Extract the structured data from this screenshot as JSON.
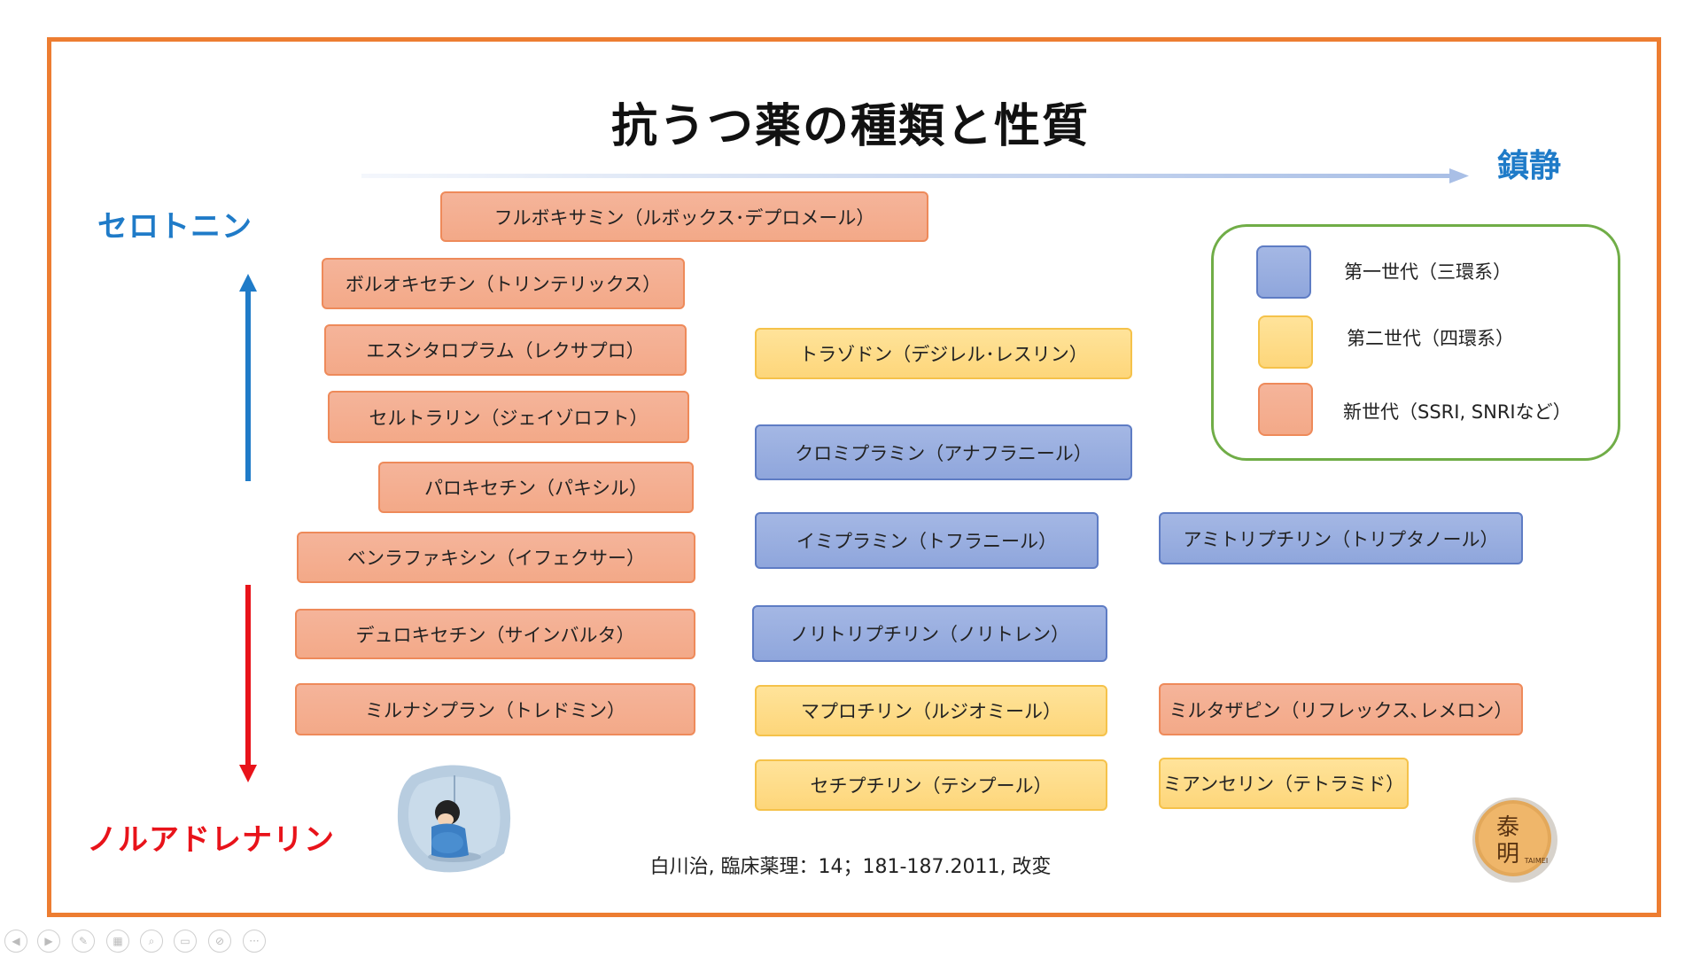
{
  "title": "抗うつ薬の種類と性質",
  "axes": {
    "sedation": "鎮静",
    "serotonin": "セロトニン",
    "noradrenaline": "ノルアドレナリン"
  },
  "colors": {
    "border": "#ED7D31",
    "new_generation": "#F4B183",
    "first_generation": "#8FAADC",
    "second_generation": "#FFD966",
    "legend_border": "#70AD47",
    "serotonin_arrow": "#1F7BC8",
    "noradrenaline_arrow": "#E8131A"
  },
  "drugs": {
    "fluvoxamine": "フルボキサミン（ルボックス･デプロメール）",
    "voltioxetine": "ボルオキセチン（トリンテリックス）",
    "escitalopram": "エスシタロプラム（レクサプロ）",
    "sertraline": "セルトラリン（ジェイゾロフト）",
    "paroxetine": "パロキセチン（パキシル）",
    "venlafaxine": "ベンラファキシン（イフェクサー）",
    "duloxetine": "デュロキセチン（サインバルタ）",
    "milnacipran": "ミルナシプラン（トレドミン）",
    "trazodone": "トラゾドン（デジレル･レスリン）",
    "clomipramine": "クロミプラミン（アナフラニール）",
    "imipramine": "イミプラミン（トフラニール）",
    "amitriptyline": "アミトリプチリン（トリプタノール）",
    "nortriptyline": "ノリトリプチリン（ノリトレン）",
    "maprotiline": "マプロチリン（ルジオミール）",
    "mirtazapine": "ミルタザピン（リフレックス､レメロン）",
    "setiptiline": "セチプチリン（テシプール）",
    "mianserin": "ミアンセリン（テトラミド）"
  },
  "legend": {
    "first_generation": "第一世代（三環系）",
    "second_generation": "第二世代（四環系）",
    "new_generation": "新世代（SSRI, SNRIなど）"
  },
  "citation": "白川治, 臨床薬理：14；181-187.2011, 改変",
  "logo_text": "泰 明 TAIMEI",
  "icons": [
    "sad-person-illustration",
    "taimei-logo",
    "prev-icon",
    "next-icon",
    "pen-icon",
    "slides-icon",
    "zoom-icon",
    "subtitle-icon",
    "camera-off-icon",
    "more-icon"
  ]
}
